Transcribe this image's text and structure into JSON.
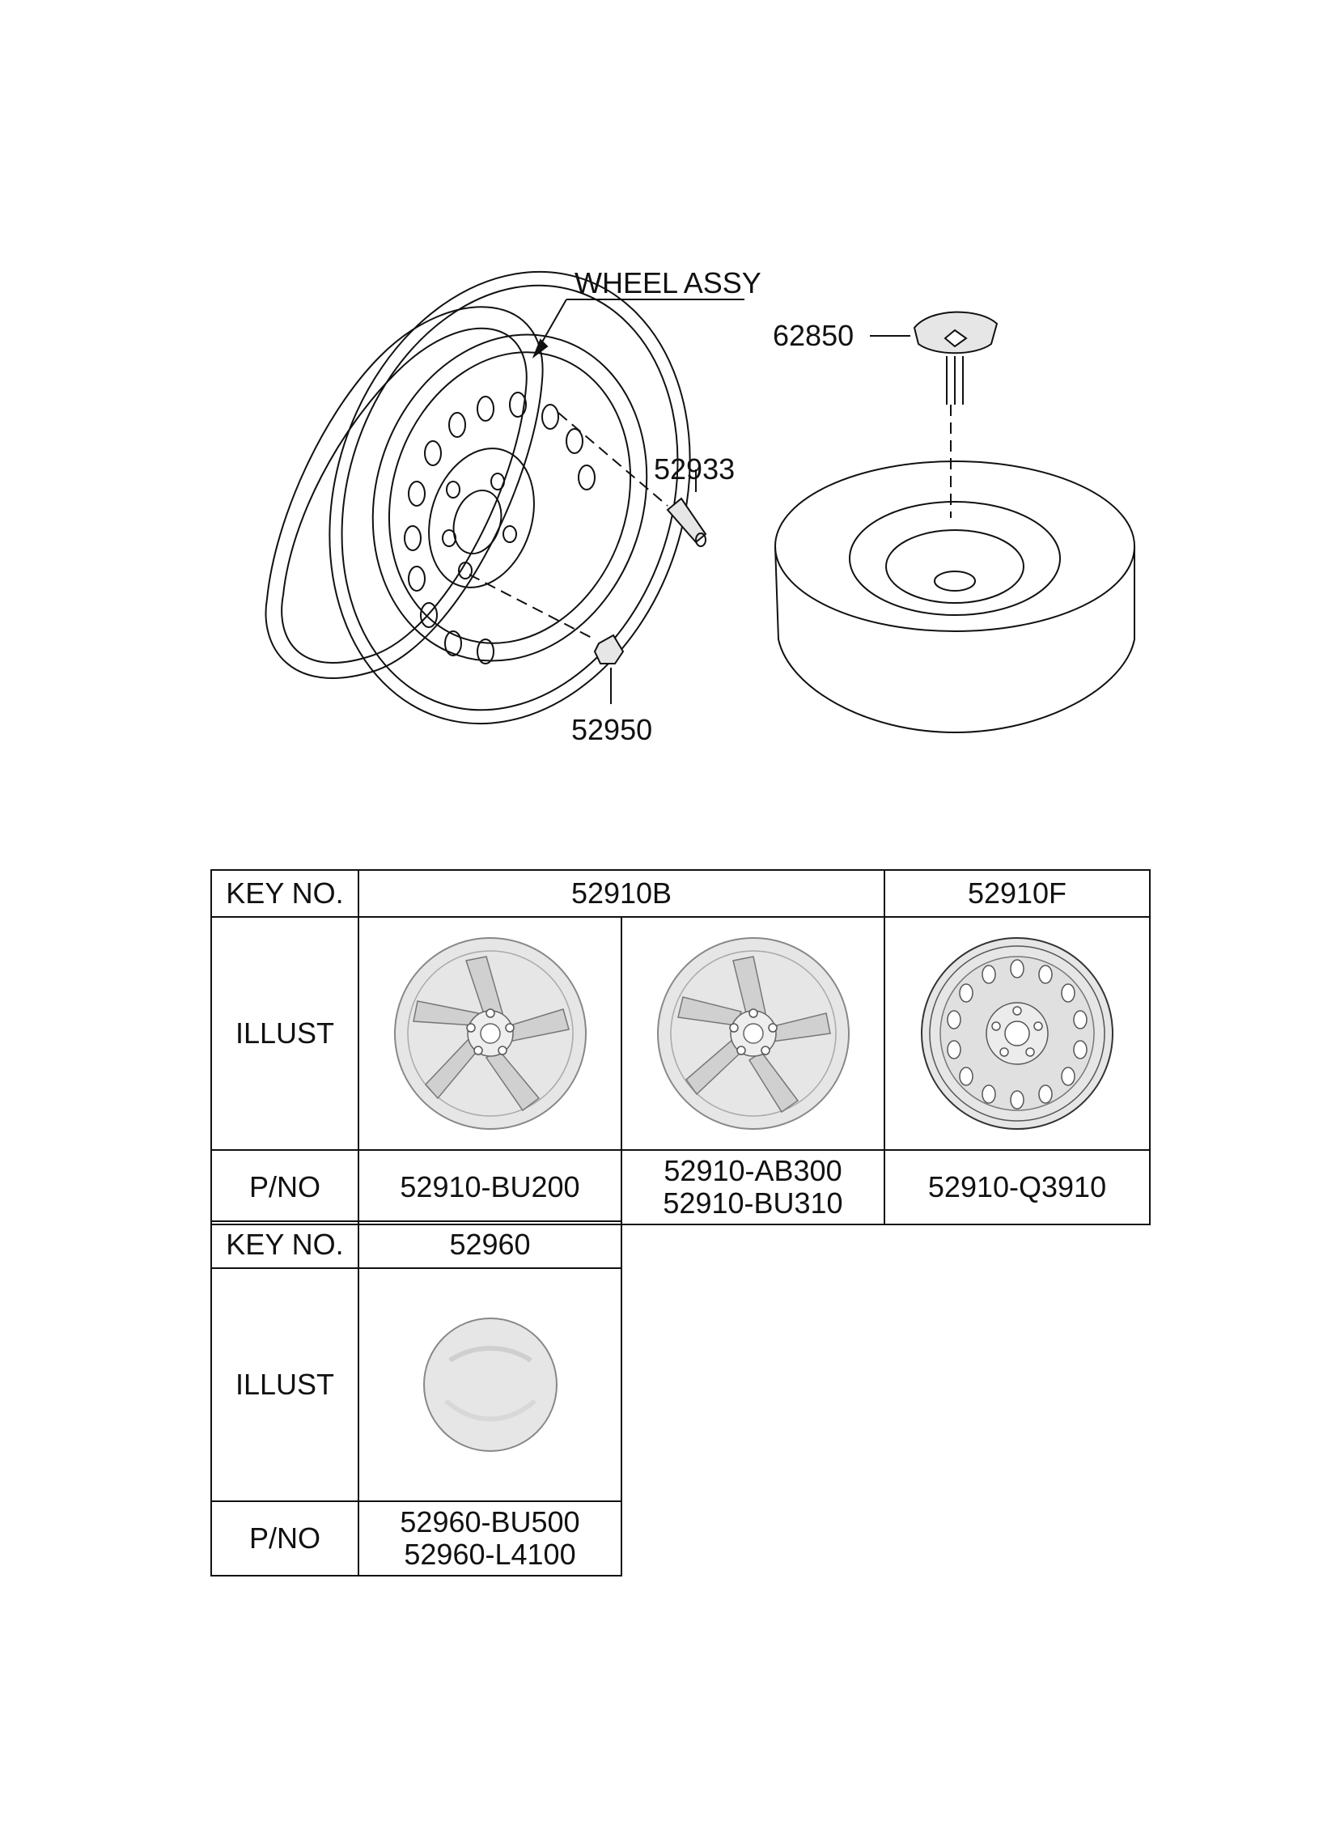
{
  "callouts": {
    "wheel_assy": "WHEEL ASSY",
    "cap_part": "62850",
    "valve_part": "52933",
    "nut_part": "52950"
  },
  "table1": {
    "row_labels": {
      "key": "KEY NO.",
      "illust": "ILLUST",
      "pno": "P/NO"
    },
    "key_a": "52910B",
    "key_b": "52910F",
    "pno_alloy1": [
      "52910-BU200"
    ],
    "pno_alloy2": [
      "52910-AB300",
      "52910-BU310"
    ],
    "pno_steel": [
      "52910-Q3910"
    ]
  },
  "table2": {
    "row_labels": {
      "key": "KEY NO.",
      "illust": "ILLUST",
      "pno": "P/NO"
    },
    "key": "52960",
    "pno": [
      "52960-BU500",
      "52960-L4100"
    ]
  },
  "colors": {
    "line": "#111111",
    "fill_light": "#e6e6e6",
    "fill_mid": "#d4d4d4",
    "background": "#ffffff"
  },
  "icons": {
    "wheel": "steel-wheel-icon",
    "tire": "spare-tire-icon",
    "hold_down": "spare-hold-down-icon",
    "valve": "valve-stem-icon",
    "nut": "lug-nut-icon"
  }
}
